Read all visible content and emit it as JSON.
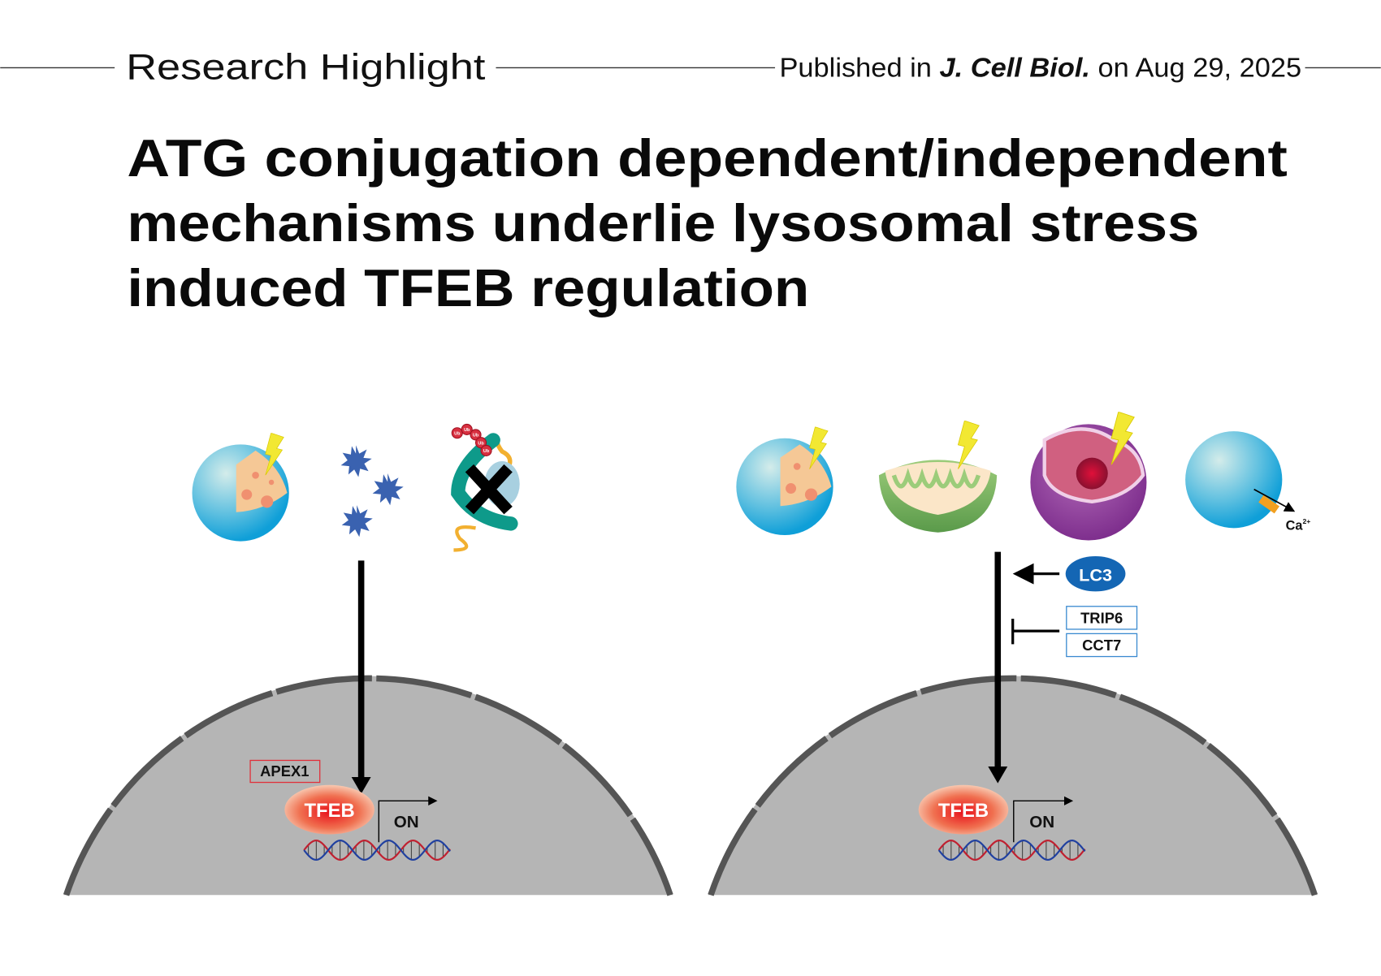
{
  "header": {
    "section": "Research Highlight",
    "published_prefix": "Published in ",
    "journal": "J. Cell Biol.",
    "published_suffix": " on Aug 29, 2025"
  },
  "title": {
    "lines": [
      "ATG conjugation dependent/independent",
      "mechanisms underlie lysosomal stress",
      "induced TFEB regulation"
    ]
  },
  "left_panel": {
    "ub_label": "Ub",
    "apex1": "APEX1",
    "tfeb": "TFEB",
    "on": "ON"
  },
  "right_panel": {
    "ca_label": "Ca",
    "ca_charge": "2+",
    "lc3": "LC3",
    "trip6": "TRIP6",
    "cct7": "CCT7",
    "tfeb": "TFEB",
    "on": "ON"
  },
  "colors": {
    "nucleus_fill": "#b5b5b5",
    "nucleus_border": "#555555",
    "lysosome": "#1ea8d8",
    "lc3": "#1466b4",
    "apex1_border": "#e0303a",
    "trip6_border": "#3a8ad0"
  }
}
